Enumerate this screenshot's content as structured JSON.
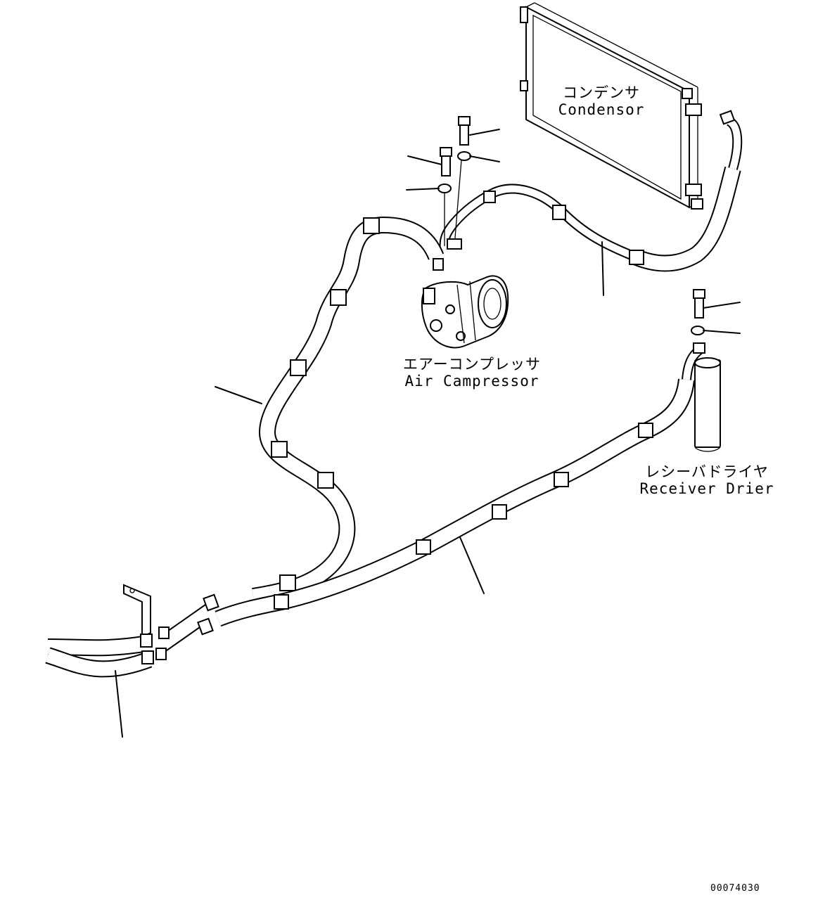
{
  "labels": {
    "condenser": {
      "jp": "コンデンサ",
      "en": "Condensor"
    },
    "compressor": {
      "jp": "エアーコンプレッサ",
      "en": "Air Campressor"
    },
    "receiver_drier": {
      "jp": "レシーバドライヤ",
      "en": "Receiver Drier"
    }
  },
  "drawing_number": "00074030"
}
